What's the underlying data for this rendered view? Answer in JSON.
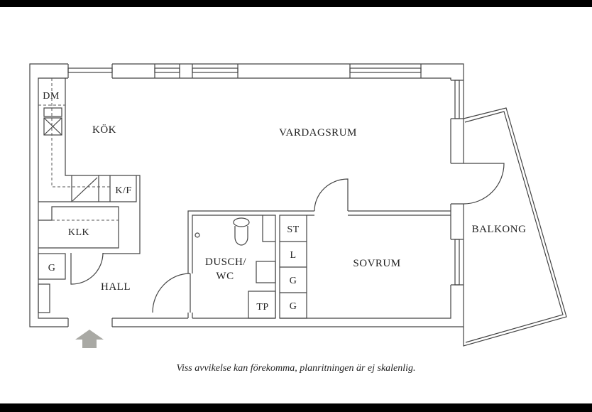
{
  "rooms": {
    "dm": "DM",
    "kok": "KÖK",
    "vardagsrum": "VARDAGSRUM",
    "kf": "K/F",
    "klk": "KLK",
    "g_hall": "G",
    "hall": "HALL",
    "dusch_line1": "DUSCH/",
    "dusch_line2": "WC",
    "tp": "TP",
    "st": "ST",
    "l": "L",
    "g1": "G",
    "g2": "G",
    "sovrum": "SOVRUM",
    "balkong": "BALKONG"
  },
  "caption": "Viss avvikelse kan förekomma, planritningen är ej skalenlig.",
  "colors": {
    "wall": "#444444",
    "arrow": "#a9a9a4",
    "frame": "#000000"
  }
}
